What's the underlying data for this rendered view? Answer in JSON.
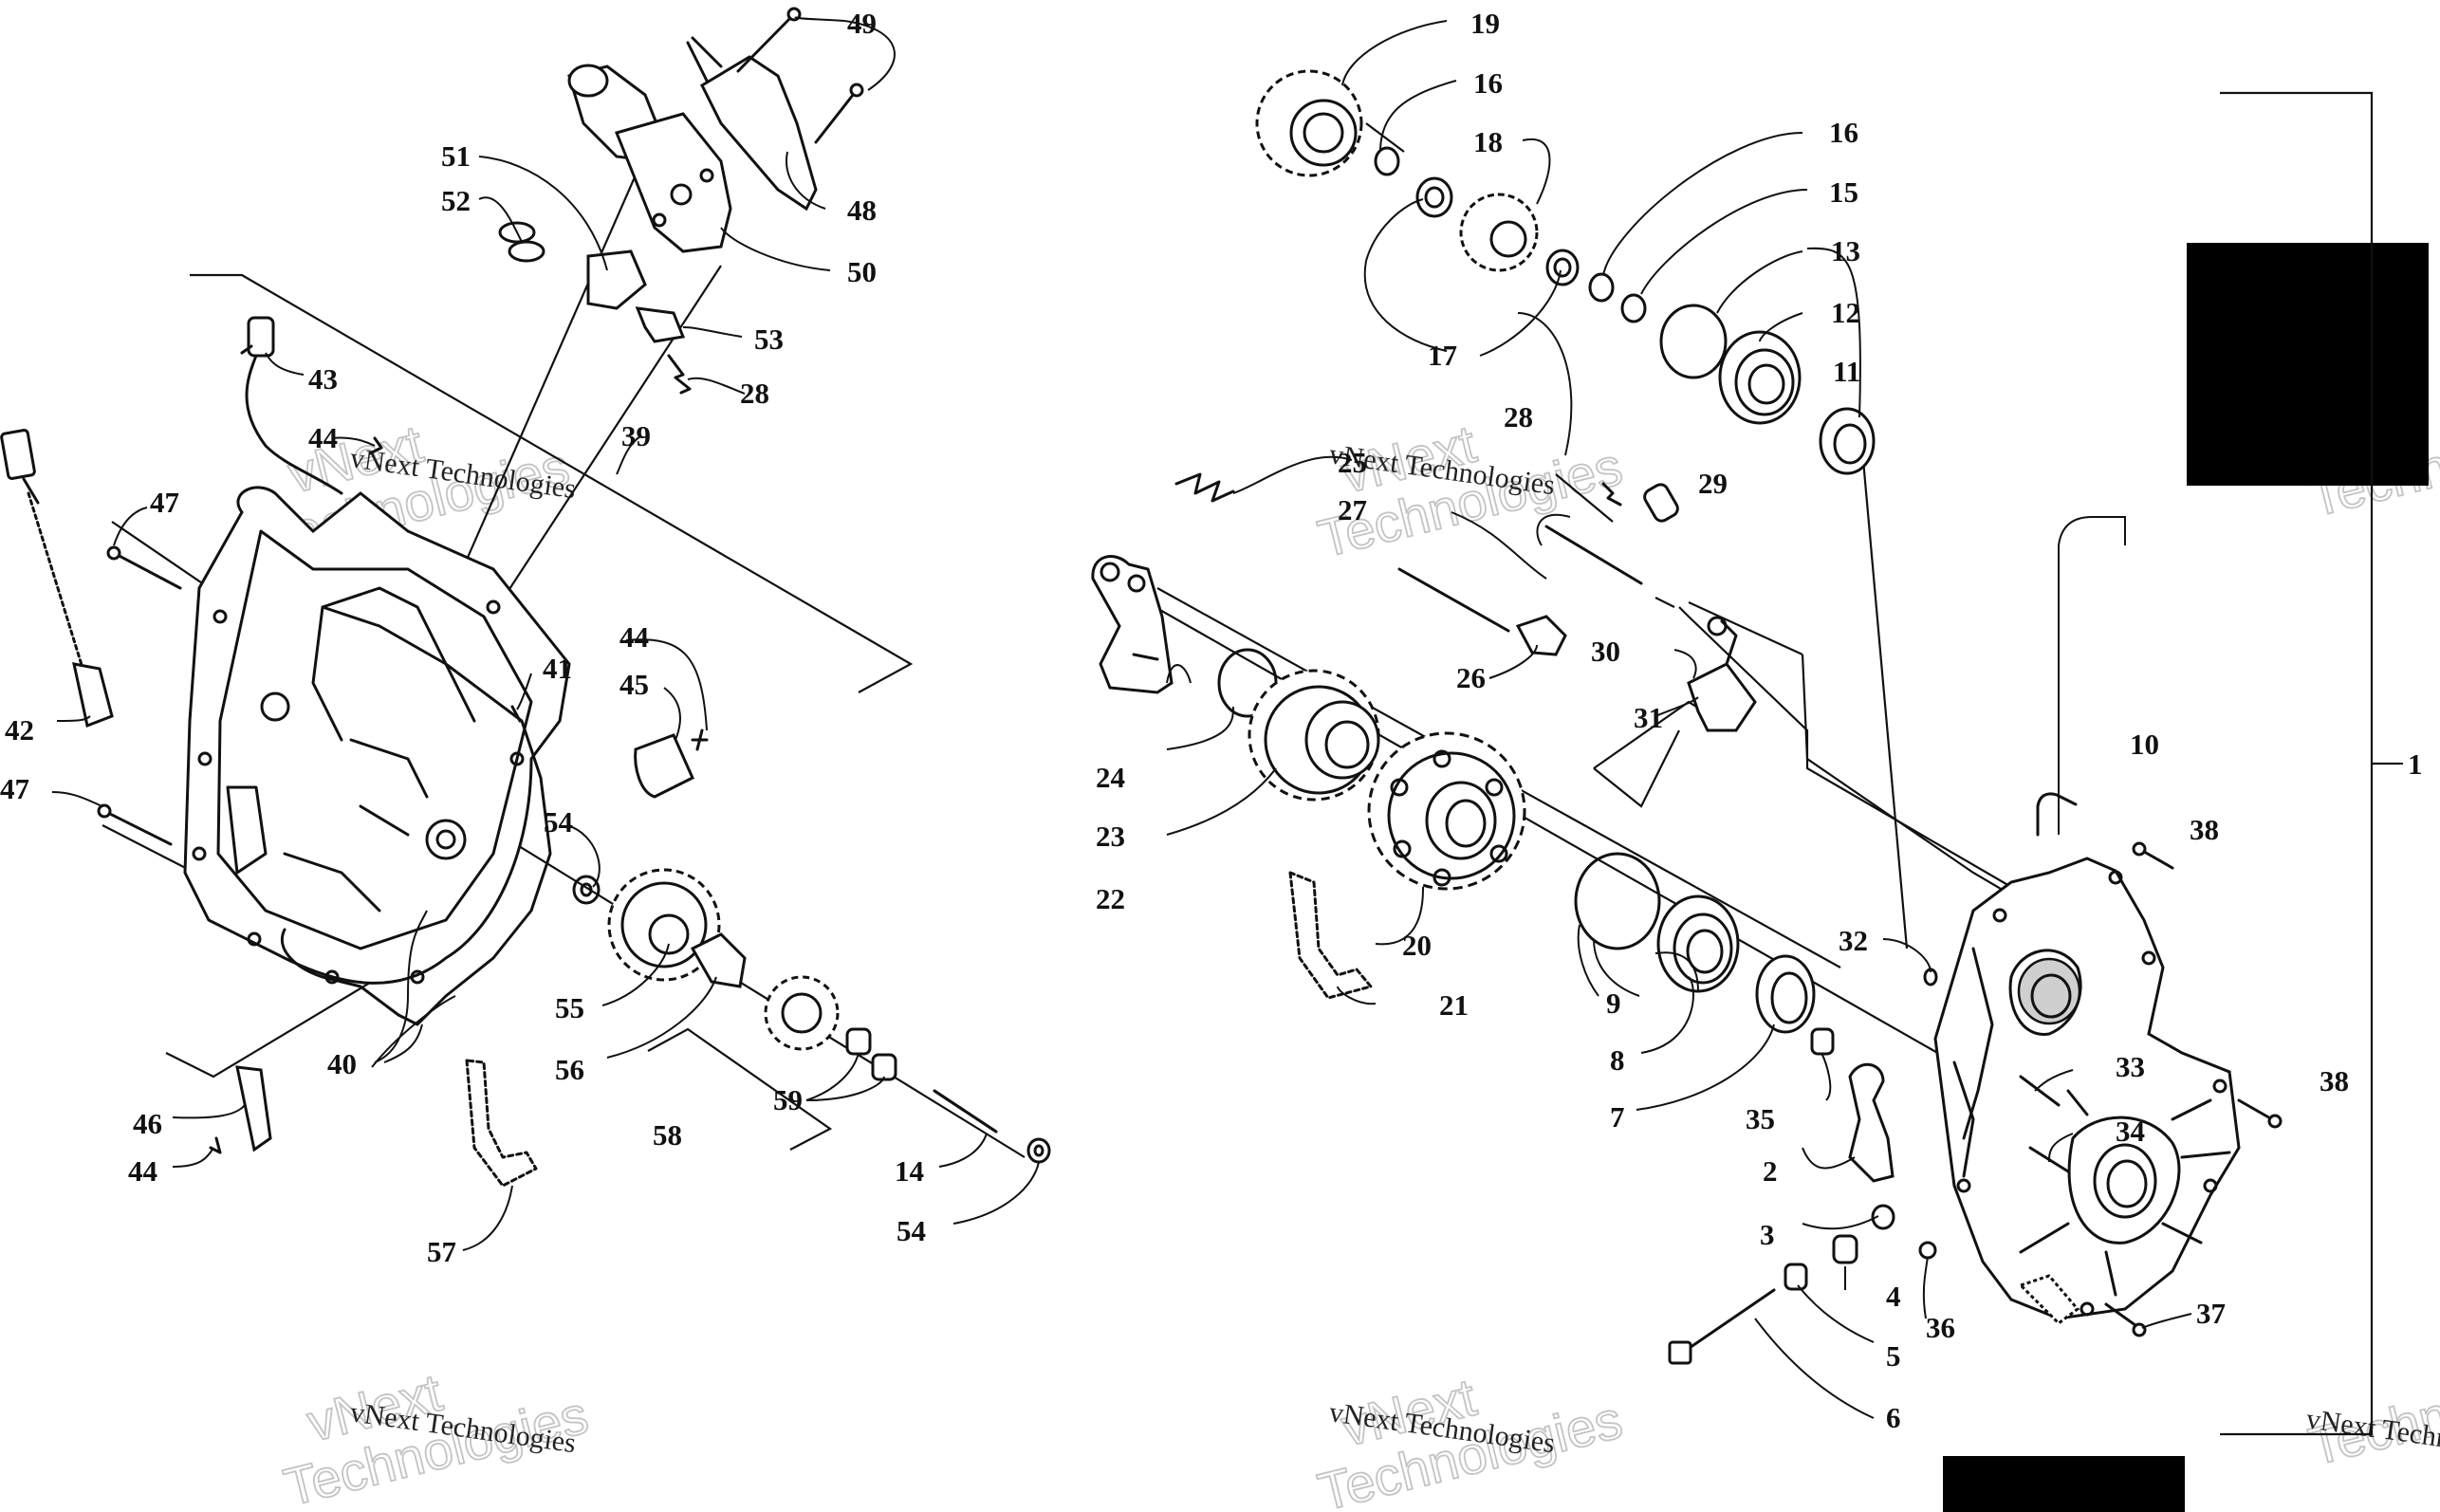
{
  "watermark": {
    "line1": "vNext",
    "line2": "Technologies",
    "caption": "vNext Technologies"
  },
  "callouts": {
    "n1": "1",
    "n2": "2",
    "n3": "3",
    "n4": "4",
    "n5": "5",
    "n6": "6",
    "n7": "7",
    "n8": "8",
    "n9": "9",
    "n10": "10",
    "n11": "11",
    "n12": "12",
    "n13": "13",
    "n14": "14",
    "n15": "15",
    "n16": "16",
    "n17": "17",
    "n18": "18",
    "n19": "19",
    "n20": "20",
    "n21": "21",
    "n22": "22",
    "n23": "23",
    "n24": "24",
    "n25": "25",
    "n26": "26",
    "n27": "27",
    "n28": "28",
    "n29": "29",
    "n30": "30",
    "n31": "31",
    "n32": "32",
    "n33": "33",
    "n34": "34",
    "n35": "35",
    "n36": "36",
    "n37": "37",
    "n38": "38",
    "n39": "39",
    "n40": "40",
    "n41": "41",
    "n42": "42",
    "n43": "43",
    "n44": "44",
    "n45": "45",
    "n46": "46",
    "n47": "47",
    "n48": "48",
    "n49": "49",
    "n50": "50",
    "n51": "51",
    "n52": "52",
    "n53": "53",
    "n54": "54",
    "n55": "55",
    "n56": "56",
    "n57": "57",
    "n58": "58",
    "n59": "59"
  },
  "colors": {
    "ink": "#111111",
    "watermark": "#c4c4c4",
    "redaction": "#000000"
  }
}
